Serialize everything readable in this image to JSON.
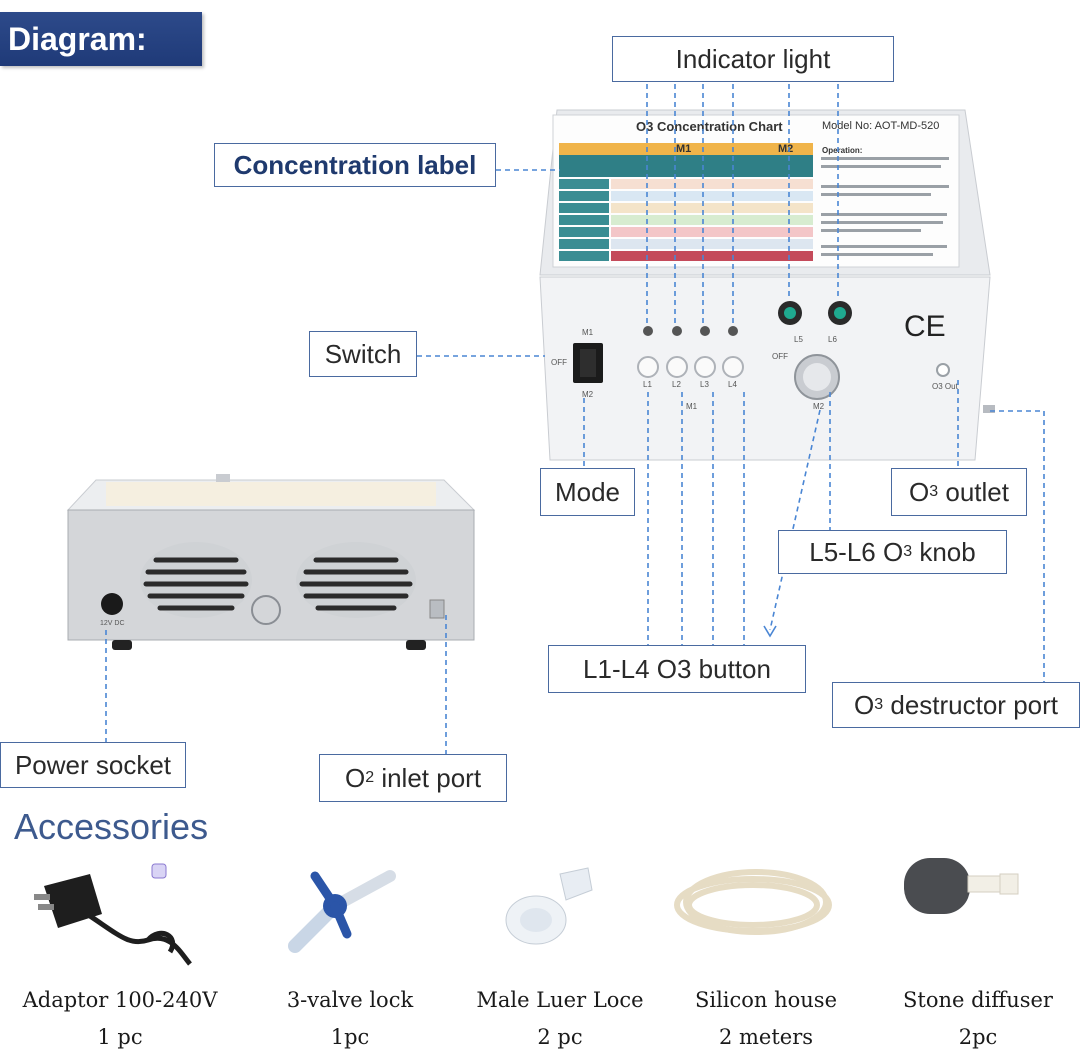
{
  "header": {
    "title": "Diagram:"
  },
  "chart_card": {
    "title": "O3 Concentration Chart",
    "model": "Model No: AOT-MD-520",
    "m1": "M1",
    "m2": "M2",
    "operation_heading": "Operation:"
  },
  "device_panel": {
    "switch_m1": "M1",
    "switch_off": "OFF",
    "switch_m2": "M2",
    "buttons": [
      "L1",
      "L2",
      "L3",
      "L4"
    ],
    "buttons_group": "M1",
    "knob_l5": "L5",
    "knob_l6": "L6",
    "knob_off": "OFF",
    "knob_m2": "M2",
    "ce_mark": "CE",
    "outlet_label": "O3 Out"
  },
  "rear_panel": {
    "dc_label": "12V DC"
  },
  "labels": {
    "indicator_light": "Indicator light",
    "concentration_label": "Concentration label",
    "switch": "Switch",
    "mode": "Mode",
    "o3_outlet_pre": "O",
    "o3_outlet_sub": "3",
    "o3_outlet_post": " outlet",
    "knob_pre": "L5-L6 O",
    "knob_sub": "3",
    "knob_post": " knob",
    "l1l4_button": "L1-L4 O3 button",
    "destructor_pre": "O",
    "destructor_sub": "3",
    "destructor_post": " destructor port",
    "power_socket": "Power socket",
    "o2_pre": "O",
    "o2_sub": "2",
    "o2_post": " inlet port"
  },
  "accessories": {
    "title": "Accessories",
    "items": [
      {
        "name": "Adaptor 100-240V",
        "qty": "1 pc"
      },
      {
        "name": "3-valve lock",
        "qty": "1pc"
      },
      {
        "name": "Male Luer Loce",
        "qty": "2 pc"
      },
      {
        "name": "Silicon house",
        "qty": "2 meters"
      },
      {
        "name": "Stone diffuser",
        "qty": "2pc"
      }
    ]
  }
}
